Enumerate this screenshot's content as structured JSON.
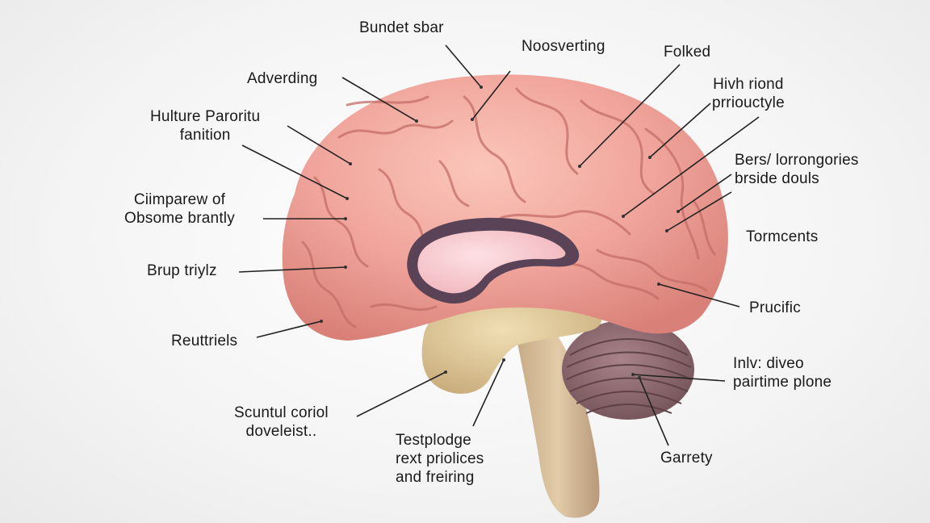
{
  "diagram": {
    "colors": {
      "cortex": "#f0a49b",
      "cortex_shadow": "#c9716b",
      "cortex_highlight": "#fbd0c6",
      "ventricle": "#f6c2c8",
      "ventricle_border": "#5a4356",
      "brainstem": "#d2b997",
      "pons": "#d9c393",
      "cerebellum": "#8e6a6f",
      "leader_line": "#222222"
    },
    "labels": [
      {
        "id": "bundet-sbar",
        "lines": [
          "Bundet sbar"
        ]
      },
      {
        "id": "noosverting",
        "lines": [
          "Noosverting"
        ]
      },
      {
        "id": "folked",
        "lines": [
          "Folked"
        ]
      },
      {
        "id": "adverding",
        "lines": [
          "Adverding"
        ]
      },
      {
        "id": "hivh-riond",
        "lines": [
          "Hivh riond",
          "prriouctyle"
        ]
      },
      {
        "id": "hulture-paroritu",
        "lines": [
          "Hulture Paroritu",
          "fanition"
        ]
      },
      {
        "id": "bers-lorrongories",
        "lines": [
          "Bers/ lorrongories",
          "brside douls"
        ]
      },
      {
        "id": "ciimparew-of",
        "lines": [
          "Ciimparew of",
          "Obsome brantly"
        ]
      },
      {
        "id": "tormcents",
        "lines": [
          "Tormcents"
        ]
      },
      {
        "id": "brup-triylz",
        "lines": [
          "Brup triylz"
        ]
      },
      {
        "id": "prucific",
        "lines": [
          "Prucific"
        ]
      },
      {
        "id": "reuttriels",
        "lines": [
          "Reuttriels"
        ]
      },
      {
        "id": "inlv-diveo",
        "lines": [
          "Inlv: diveo",
          "pairtime plone"
        ]
      },
      {
        "id": "scuntul-coriol",
        "lines": [
          "Scuntul coriol",
          "doveleist.."
        ]
      },
      {
        "id": "testplodge",
        "lines": [
          "Testplodge",
          "rext priolices",
          "and freiring"
        ]
      },
      {
        "id": "garrety",
        "lines": [
          "Garrety"
        ]
      }
    ]
  }
}
